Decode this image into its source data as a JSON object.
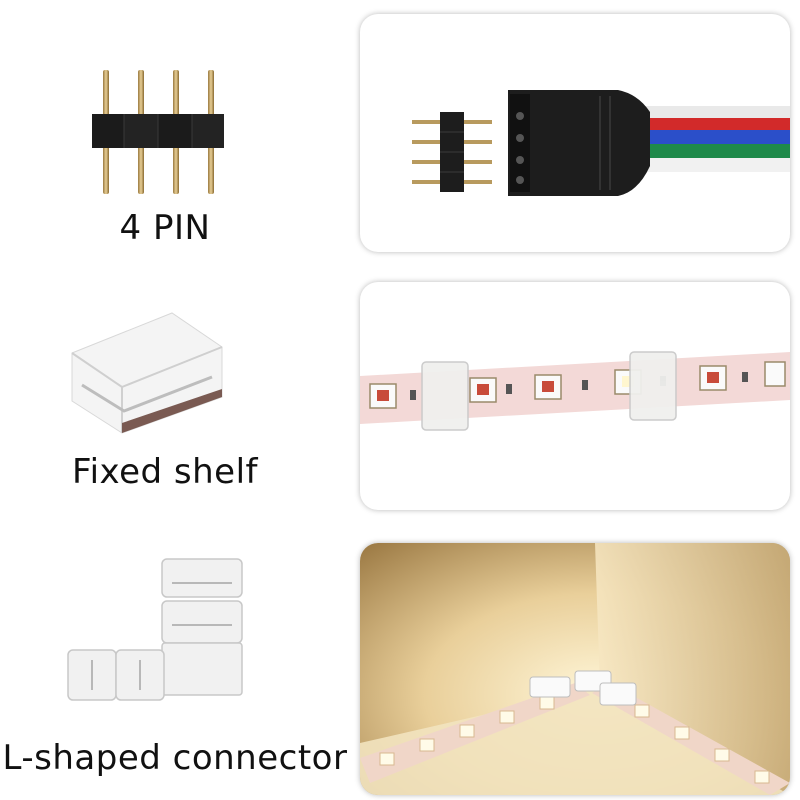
{
  "labels": {
    "four_pin": "4 PIN",
    "fixed_shelf": "Fixed shelf",
    "l_connector": "L-shaped connector"
  },
  "colors": {
    "card_background": "#ffffff",
    "card_shadow": "#c8c8c8",
    "wire_red": "#d22a2a",
    "wire_blue": "#2b4fc9",
    "wire_green": "#1e8a4a",
    "led_glow": "#fff3c4",
    "strip_pink": "#f3d9d7"
  },
  "icons": {
    "four_pin_header": "four-pin-header-icon",
    "rgb_cable_connector": "rgb-cable-connector-icon",
    "fixed_shelf_clip": "fixed-shelf-clip-icon",
    "led_strip_with_clips": "led-strip-with-clips-icon",
    "l_shaped_connector": "l-shaped-connector-icon",
    "corner_led_installation": "corner-led-installation-icon"
  }
}
